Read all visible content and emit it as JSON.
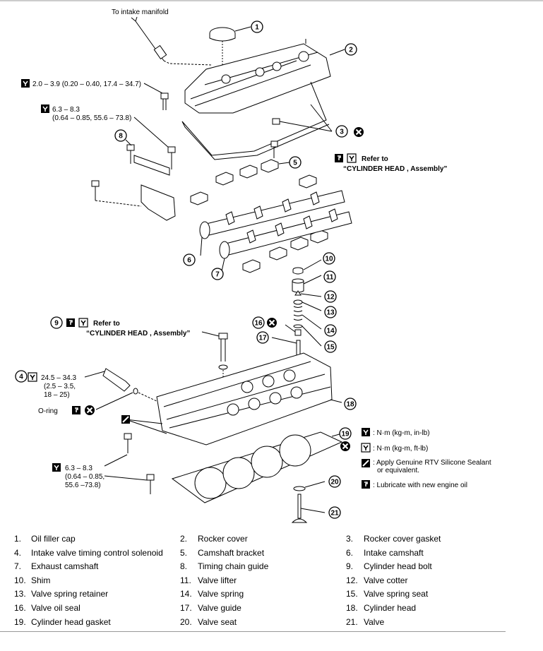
{
  "labels": {
    "intake_manifold": "To intake manifold",
    "torque_rocker_cover": "2.0 – 3.9 (0.20 – 0.40, 17.4 – 34.7)",
    "torque_chain_guide_1": "6.3 – 8.3",
    "torque_chain_guide_2": "(0.64 – 0.85, 55.6 – 73.8)",
    "refer_to_1": "Refer to",
    "refer_target_1": "“CYLINDER HEAD , Assembly”",
    "refer_to_2": "Refer to",
    "refer_target_2": "“CYLINDER HEAD , Assembly”",
    "torque_solenoid_1": "24.5 – 34.3",
    "torque_solenoid_2": "(2.5 – 3.5,",
    "torque_solenoid_3": "18 – 25)",
    "oring": "O-ring",
    "torque_head_1": "6.3 – 8.3",
    "torque_head_2": "(0.64 – 0.85,",
    "torque_head_3": "55.6 –73.8)"
  },
  "callouts": [
    "1",
    "2",
    "3",
    "4",
    "5",
    "6",
    "7",
    "8",
    "9",
    "10",
    "11",
    "12",
    "13",
    "14",
    "15",
    "16",
    "17",
    "18",
    "19",
    "20",
    "21"
  ],
  "key": {
    "nm_kgm_inlb": ": N·m (kg-m, in-lb)",
    "nm_kgm_ftlb": ": N·m (kg-m, ft-lb)",
    "rtv_1": ": Apply Genuine RTV Silicone Sealant",
    "rtv_2": "or equivalent.",
    "lube": ": Lubricate with new engine oil"
  },
  "parts": [
    {
      "n": "1.",
      "name": "Oil filler cap"
    },
    {
      "n": "2.",
      "name": "Rocker cover"
    },
    {
      "n": "3.",
      "name": "Rocker cover gasket"
    },
    {
      "n": "4.",
      "name": "Intake valve timing control solenoid"
    },
    {
      "n": "5.",
      "name": "Camshaft bracket"
    },
    {
      "n": "6.",
      "name": "Intake camshaft"
    },
    {
      "n": "7.",
      "name": "Exhaust camshaft"
    },
    {
      "n": "8.",
      "name": "Timing chain guide"
    },
    {
      "n": "9.",
      "name": "Cylinder head bolt"
    },
    {
      "n": "10.",
      "name": "Shim"
    },
    {
      "n": "11.",
      "name": "Valve lifter"
    },
    {
      "n": "12.",
      "name": "Valve cotter"
    },
    {
      "n": "13.",
      "name": "Valve spring retainer"
    },
    {
      "n": "14.",
      "name": "Valve spring"
    },
    {
      "n": "15.",
      "name": "Valve spring seat"
    },
    {
      "n": "16.",
      "name": "Valve oil seal"
    },
    {
      "n": "17.",
      "name": "Valve guide"
    },
    {
      "n": "18.",
      "name": "Cylinder head"
    },
    {
      "n": "19.",
      "name": "Cylinder head gasket"
    },
    {
      "n": "20.",
      "name": "Valve seat"
    },
    {
      "n": "21.",
      "name": "Valve"
    }
  ]
}
